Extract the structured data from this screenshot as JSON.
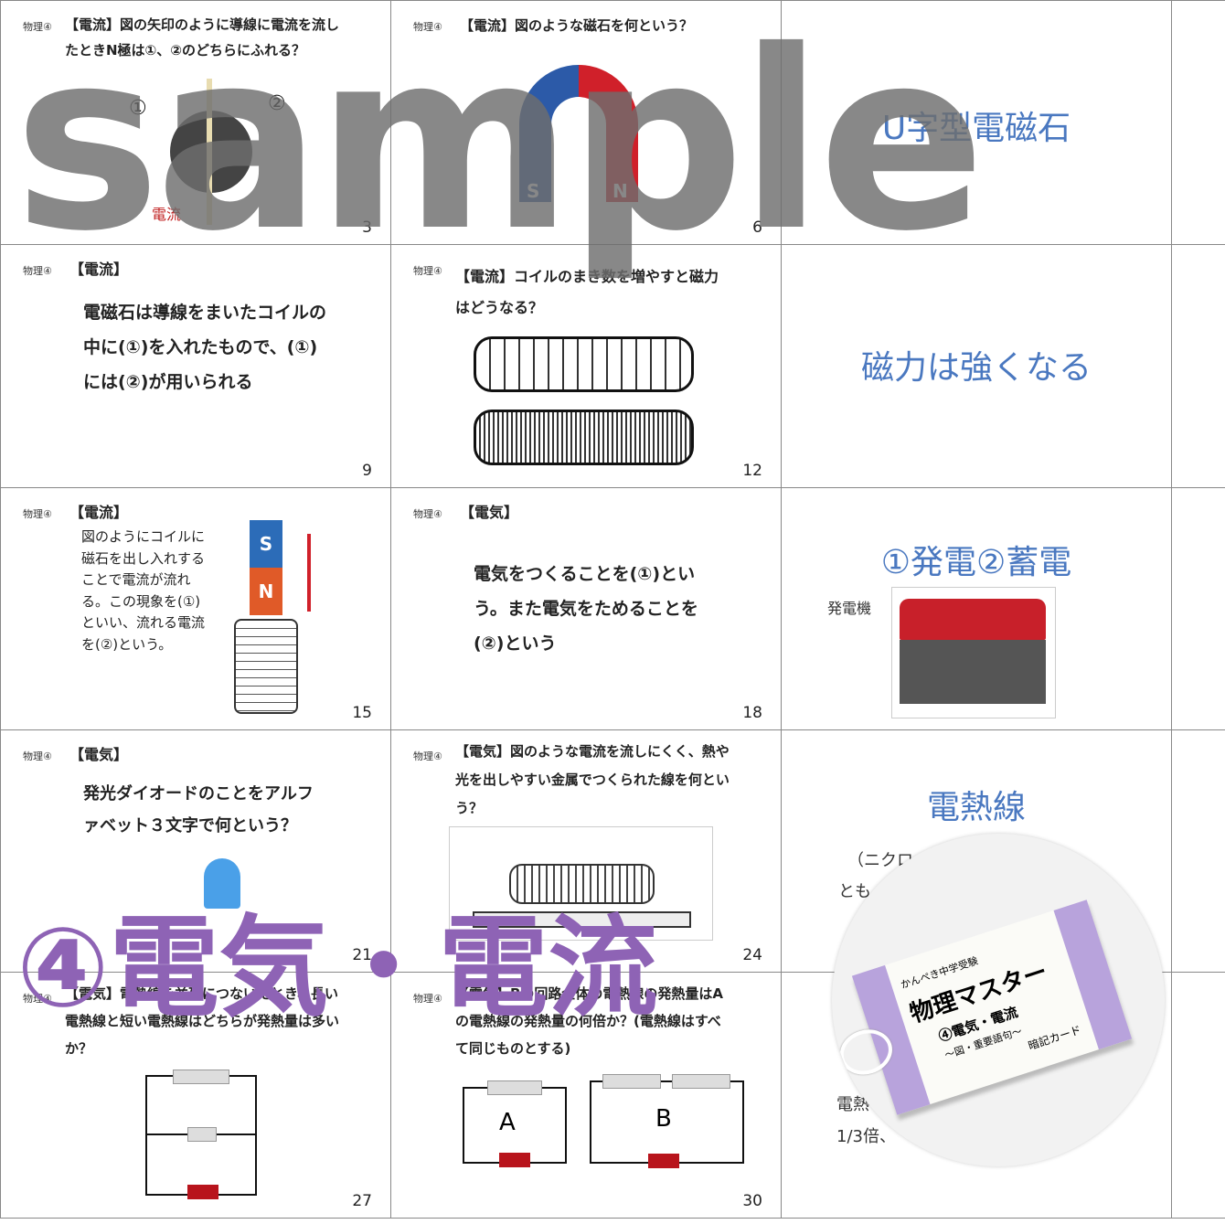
{
  "watermark": "sample",
  "title": "④電気・電流",
  "cards": [
    {
      "tag": "物理④",
      "text": "【電流】図の矢印のように導線に電流を流したときN極は①、②のどちらにふれる？",
      "labels": [
        "①",
        "②",
        "電流"
      ],
      "num": "3"
    },
    {
      "tag": "物理④",
      "text": "【電流】図のような磁石を何という？",
      "labels": [
        "S",
        "N"
      ],
      "num": "6"
    },
    {
      "answer": "U字型電磁石"
    },
    {
      "tag": "物理④",
      "text": "【電流】",
      "body": "電磁石は導線をまいたコイルの中に(①)を入れたもので、(①)には(②)が用いられる",
      "num": "9"
    },
    {
      "tag": "物理④",
      "text": "【電流】コイルのまき数を増やすと磁力はどうなる？",
      "num": "12"
    },
    {
      "answer": "磁力は強くなる"
    },
    {
      "tag": "物理④",
      "text": "【電流】",
      "body": "図のようにコイルに磁石を出し入れすることで電流が流れる。この現象を(①)といい、流れる電流を(②)という。",
      "labels": [
        "S",
        "N"
      ],
      "num": "15"
    },
    {
      "tag": "物理④",
      "text": "【電気】",
      "body": "電気をつくることを(①)という。また電気をためることを(②)という",
      "num": "18"
    },
    {
      "answer": "①発電②蓄電",
      "sub": "発電機"
    },
    {
      "tag": "物理④",
      "text": "【電気】",
      "body": "発光ダイオードのことをアルファベット３文字で何という？",
      "num": "21"
    },
    {
      "tag": "物理④",
      "text": "【電気】図のような電流を流しにくく、熱や光を出しやすい金属でつくられた線を何という？",
      "num": "24"
    },
    {
      "answer": "電熱線",
      "sub": "（ニクロ",
      "sub2": "とも"
    },
    {
      "tag": "物理④",
      "text": "【電気】電熱線を並列につないだとき、長い電熱線と短い電熱線はどちらが発熱量は多いか？",
      "num": "27"
    },
    {
      "tag": "物理④",
      "text": "【電気】Bの回路全体の電熱線の発熱量はAの電熱線の発熱量の何倍か？(電熱線はすべて同じものとする)",
      "labels": [
        "A",
        "B"
      ],
      "num": "30"
    },
    {
      "sub": "電熱",
      "sub2": "1/3倍、"
    }
  ],
  "product": {
    "series": "かんぺき中学受験",
    "name": "物理マスター",
    "subtitle": "④電気・電流",
    "tagline": "〜図・重要語句〜",
    "type": "暗記カード"
  },
  "colors": {
    "answer": "#4a78c0",
    "title": "#8e63b5",
    "red": "#d0202a",
    "blue": "#2c5aa8"
  }
}
